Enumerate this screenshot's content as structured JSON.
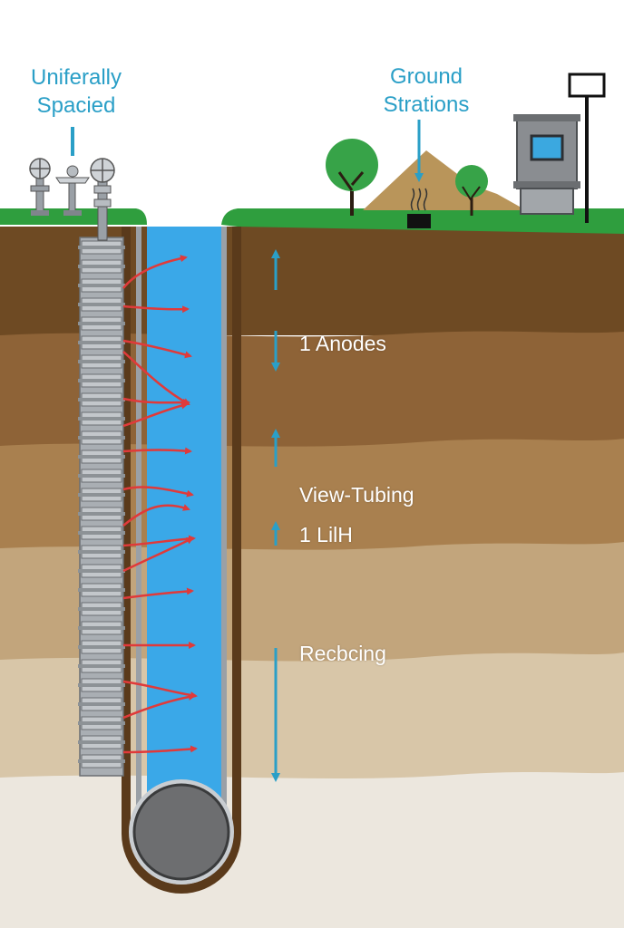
{
  "labels": {
    "uniformly_spaced_line1": "Uniferally",
    "uniformly_spaced_line2": "Spacied",
    "ground_stations_line1": "Ground",
    "ground_stations_line2": "Strations",
    "anodes": "1 Anodes",
    "view_tubing": "View-Tubing",
    "lilh": "1 LilH",
    "recbcing": "Recbcing"
  },
  "colors": {
    "label_blue": "#2a9fc7",
    "grass": "#2f9e3e",
    "water": "#3aa8e8",
    "flow_arrow": "#e03a3a",
    "layer_1": "#6e4a23",
    "layer_2": "#8e6337",
    "layer_3": "#a9804f",
    "layer_4": "#c2a57c",
    "layer_5": "#d8c6a8",
    "bedrock": "#ece7de"
  },
  "icons": [
    "anode-rig-icon",
    "tree-icon",
    "mountain-icon",
    "station-building-icon",
    "signpost-icon",
    "vent-icon"
  ]
}
